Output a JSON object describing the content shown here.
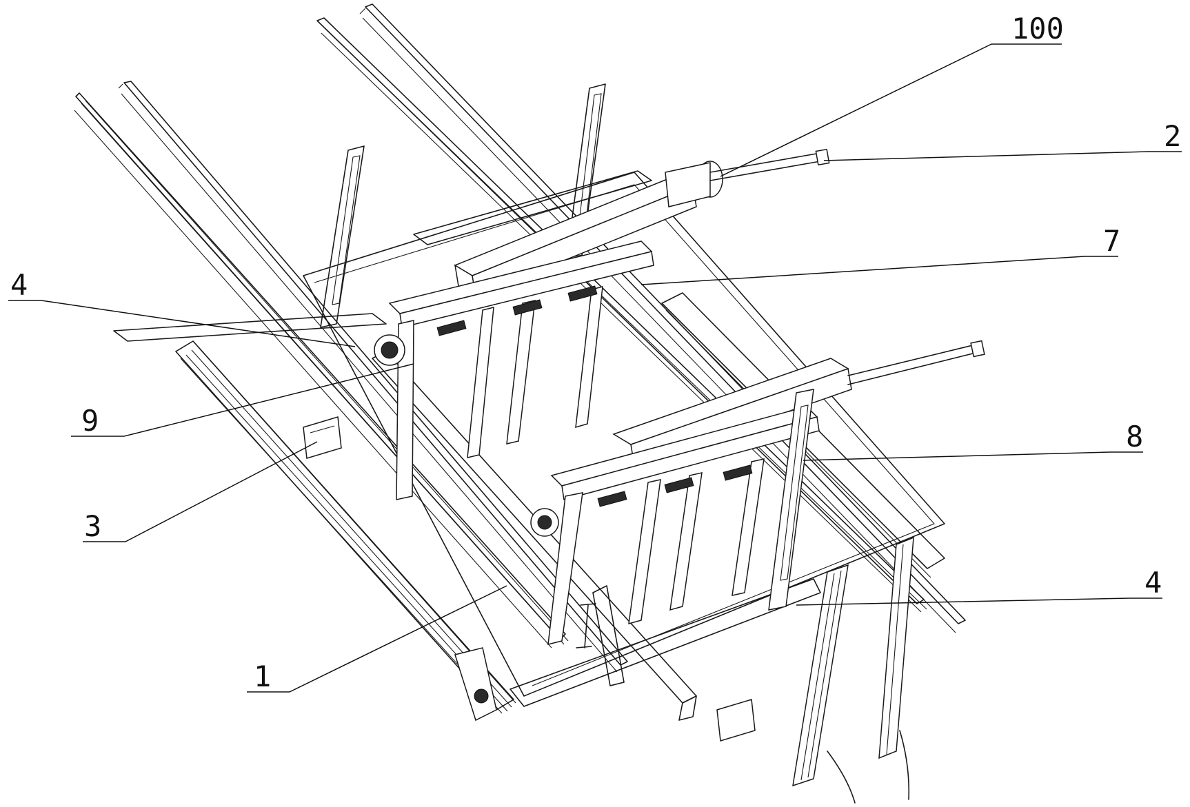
{
  "figure": {
    "labels": [
      {
        "id": "label-100",
        "text": "100"
      },
      {
        "id": "label-2",
        "text": "2"
      },
      {
        "id": "label-7",
        "text": "7"
      },
      {
        "id": "label-4-left",
        "text": "4"
      },
      {
        "id": "label-9",
        "text": "9"
      },
      {
        "id": "label-8",
        "text": "8"
      },
      {
        "id": "label-3",
        "text": "3"
      },
      {
        "id": "label-4-right",
        "text": "4"
      },
      {
        "id": "label-1",
        "text": "1"
      }
    ]
  }
}
